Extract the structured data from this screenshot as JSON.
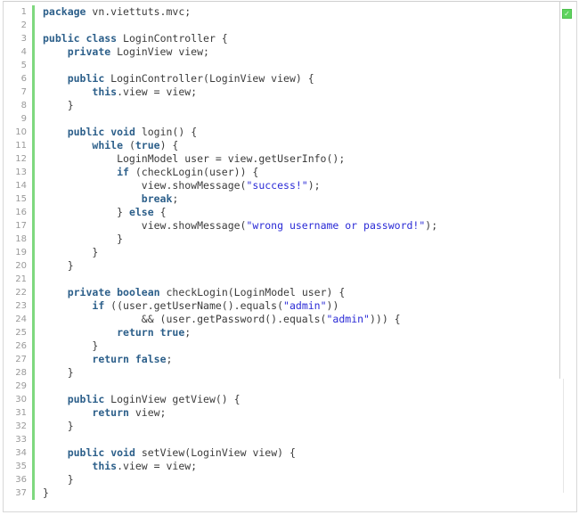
{
  "editor": {
    "language": "Java",
    "gutter": {
      "first_line": 1,
      "last_line": 37,
      "change_bar_color": "#7fd87f",
      "line_number_color": "#999999"
    },
    "overview_ruler": {
      "marker_name": "no-problems-marker",
      "marker_color": "#5fd35f",
      "marker_glyph": "✓"
    },
    "theme": {
      "background": "#ffffff",
      "keyword_color": "#2c5f8a",
      "string_color": "#2a2ad6",
      "plain_color": "#3b3b3b",
      "border_color": "#d8d8d8"
    },
    "lines": [
      {
        "n": 1,
        "tokens": [
          {
            "t": "kw",
            "v": "package"
          },
          {
            "t": "pl",
            "v": " vn.viettuts.mvc;"
          }
        ]
      },
      {
        "n": 2,
        "tokens": []
      },
      {
        "n": 3,
        "tokens": [
          {
            "t": "kw",
            "v": "public"
          },
          {
            "t": "pl",
            "v": " "
          },
          {
            "t": "kw",
            "v": "class"
          },
          {
            "t": "pl",
            "v": " LoginController {"
          }
        ]
      },
      {
        "n": 4,
        "tokens": [
          {
            "t": "pl",
            "v": "    "
          },
          {
            "t": "kw",
            "v": "private"
          },
          {
            "t": "pl",
            "v": " LoginView view;"
          }
        ]
      },
      {
        "n": 5,
        "tokens": []
      },
      {
        "n": 6,
        "tokens": [
          {
            "t": "pl",
            "v": "    "
          },
          {
            "t": "kw",
            "v": "public"
          },
          {
            "t": "pl",
            "v": " LoginController(LoginView view) {"
          }
        ]
      },
      {
        "n": 7,
        "tokens": [
          {
            "t": "pl",
            "v": "        "
          },
          {
            "t": "kw",
            "v": "this"
          },
          {
            "t": "pl",
            "v": ".view = view;"
          }
        ]
      },
      {
        "n": 8,
        "tokens": [
          {
            "t": "pl",
            "v": "    }"
          }
        ]
      },
      {
        "n": 9,
        "tokens": []
      },
      {
        "n": 10,
        "tokens": [
          {
            "t": "pl",
            "v": "    "
          },
          {
            "t": "kw",
            "v": "public"
          },
          {
            "t": "pl",
            "v": " "
          },
          {
            "t": "kw",
            "v": "void"
          },
          {
            "t": "pl",
            "v": " login() {"
          }
        ]
      },
      {
        "n": 11,
        "tokens": [
          {
            "t": "pl",
            "v": "        "
          },
          {
            "t": "kw",
            "v": "while"
          },
          {
            "t": "pl",
            "v": " ("
          },
          {
            "t": "kw",
            "v": "true"
          },
          {
            "t": "pl",
            "v": ") {"
          }
        ]
      },
      {
        "n": 12,
        "tokens": [
          {
            "t": "pl",
            "v": "            LoginModel user = view.getUserInfo();"
          }
        ]
      },
      {
        "n": 13,
        "tokens": [
          {
            "t": "pl",
            "v": "            "
          },
          {
            "t": "kw",
            "v": "if"
          },
          {
            "t": "pl",
            "v": " (checkLogin(user)) {"
          }
        ]
      },
      {
        "n": 14,
        "tokens": [
          {
            "t": "pl",
            "v": "                view.showMessage("
          },
          {
            "t": "str",
            "v": "\"success!\""
          },
          {
            "t": "pl",
            "v": ");"
          }
        ]
      },
      {
        "n": 15,
        "tokens": [
          {
            "t": "pl",
            "v": "                "
          },
          {
            "t": "kw",
            "v": "break"
          },
          {
            "t": "pl",
            "v": ";"
          }
        ]
      },
      {
        "n": 16,
        "tokens": [
          {
            "t": "pl",
            "v": "            } "
          },
          {
            "t": "kw",
            "v": "else"
          },
          {
            "t": "pl",
            "v": " {"
          }
        ]
      },
      {
        "n": 17,
        "tokens": [
          {
            "t": "pl",
            "v": "                view.showMessage("
          },
          {
            "t": "str",
            "v": "\"wrong username or password!\""
          },
          {
            "t": "pl",
            "v": ");"
          }
        ]
      },
      {
        "n": 18,
        "tokens": [
          {
            "t": "pl",
            "v": "            }"
          }
        ]
      },
      {
        "n": 19,
        "tokens": [
          {
            "t": "pl",
            "v": "        }"
          }
        ]
      },
      {
        "n": 20,
        "tokens": [
          {
            "t": "pl",
            "v": "    }"
          }
        ]
      },
      {
        "n": 21,
        "tokens": []
      },
      {
        "n": 22,
        "tokens": [
          {
            "t": "pl",
            "v": "    "
          },
          {
            "t": "kw",
            "v": "private"
          },
          {
            "t": "pl",
            "v": " "
          },
          {
            "t": "kw",
            "v": "boolean"
          },
          {
            "t": "pl",
            "v": " checkLogin(LoginModel user) {"
          }
        ]
      },
      {
        "n": 23,
        "tokens": [
          {
            "t": "pl",
            "v": "        "
          },
          {
            "t": "kw",
            "v": "if"
          },
          {
            "t": "pl",
            "v": " ((user.getUserName().equals("
          },
          {
            "t": "str",
            "v": "\"admin\""
          },
          {
            "t": "pl",
            "v": "))"
          }
        ]
      },
      {
        "n": 24,
        "tokens": [
          {
            "t": "pl",
            "v": "                && (user.getPassword().equals("
          },
          {
            "t": "str",
            "v": "\"admin\""
          },
          {
            "t": "pl",
            "v": "))) {"
          }
        ]
      },
      {
        "n": 25,
        "tokens": [
          {
            "t": "pl",
            "v": "            "
          },
          {
            "t": "kw",
            "v": "return"
          },
          {
            "t": "pl",
            "v": " "
          },
          {
            "t": "kw",
            "v": "true"
          },
          {
            "t": "pl",
            "v": ";"
          }
        ]
      },
      {
        "n": 26,
        "tokens": [
          {
            "t": "pl",
            "v": "        }"
          }
        ]
      },
      {
        "n": 27,
        "tokens": [
          {
            "t": "pl",
            "v": "        "
          },
          {
            "t": "kw",
            "v": "return"
          },
          {
            "t": "pl",
            "v": " "
          },
          {
            "t": "kw",
            "v": "false"
          },
          {
            "t": "pl",
            "v": ";"
          }
        ]
      },
      {
        "n": 28,
        "tokens": [
          {
            "t": "pl",
            "v": "    }"
          }
        ]
      },
      {
        "n": 29,
        "tokens": []
      },
      {
        "n": 30,
        "tokens": [
          {
            "t": "pl",
            "v": "    "
          },
          {
            "t": "kw",
            "v": "public"
          },
          {
            "t": "pl",
            "v": " LoginView getView() {"
          }
        ]
      },
      {
        "n": 31,
        "tokens": [
          {
            "t": "pl",
            "v": "        "
          },
          {
            "t": "kw",
            "v": "return"
          },
          {
            "t": "pl",
            "v": " view;"
          }
        ]
      },
      {
        "n": 32,
        "tokens": [
          {
            "t": "pl",
            "v": "    }"
          }
        ]
      },
      {
        "n": 33,
        "tokens": []
      },
      {
        "n": 34,
        "tokens": [
          {
            "t": "pl",
            "v": "    "
          },
          {
            "t": "kw",
            "v": "public"
          },
          {
            "t": "pl",
            "v": " "
          },
          {
            "t": "kw",
            "v": "void"
          },
          {
            "t": "pl",
            "v": " setView(LoginView view) {"
          }
        ]
      },
      {
        "n": 35,
        "tokens": [
          {
            "t": "pl",
            "v": "        "
          },
          {
            "t": "kw",
            "v": "this"
          },
          {
            "t": "pl",
            "v": ".view = view;"
          }
        ]
      },
      {
        "n": 36,
        "tokens": [
          {
            "t": "pl",
            "v": "    }"
          }
        ]
      },
      {
        "n": 37,
        "tokens": [
          {
            "t": "pl",
            "v": "}"
          }
        ]
      }
    ]
  }
}
